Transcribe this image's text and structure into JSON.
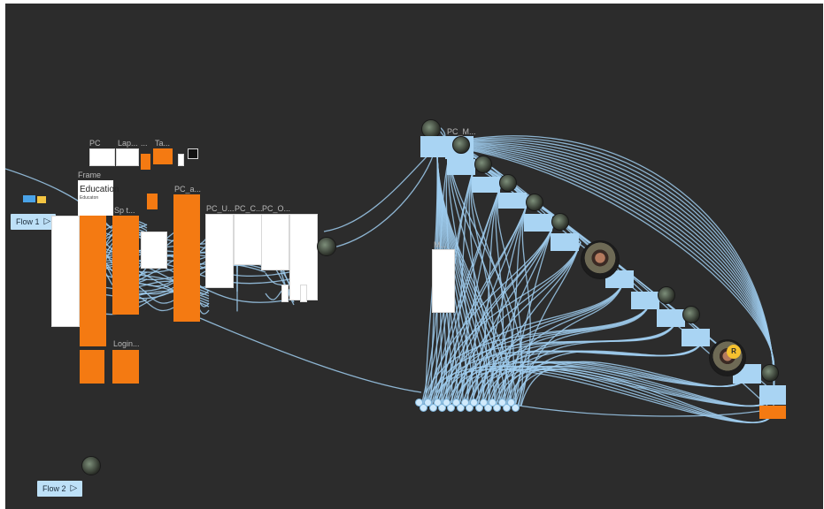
{
  "canvas": {
    "background": "#2c2c2c",
    "wire_color": "#9fcdef",
    "accent_orange": "#f47a12"
  },
  "flows": [
    {
      "label": "Flow 1",
      "icon": "play-icon"
    },
    {
      "label": "Flow 2",
      "icon": "play-icon"
    }
  ],
  "labels": {
    "pc": "PC",
    "lap": "Lap...",
    "dots": "...",
    "ta": "Ta...",
    "frame": "Frame",
    "pc_a": "PC_a...",
    "pc_u": "PC_U...",
    "pc_c": "PC_C...",
    "pc_o": "PC_O...",
    "login": "Login...",
    "pc_m": "PC_M...",
    "m": "M...",
    "sp": "Sp t..."
  },
  "education_card": {
    "title": "Education",
    "subtitle": "Educaton"
  },
  "collaborator_badge": "R"
}
